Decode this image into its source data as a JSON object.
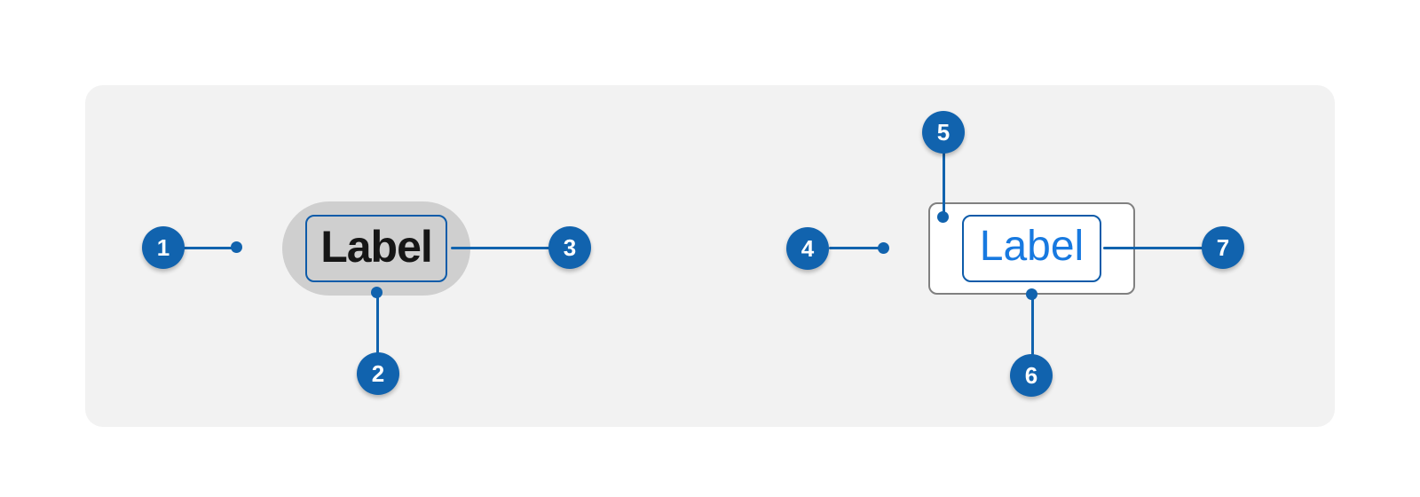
{
  "colors": {
    "page_bg": "#ffffff",
    "panel_bg": "#f2f2f2",
    "accent": "#1163ae",
    "focus_border": "#0d5ba9",
    "pill_fill": "#cfcfcf",
    "pill_text": "#161616",
    "box_border": "#808080",
    "box_fill": "#ffffff",
    "link_text": "#1779e0"
  },
  "left_button": {
    "label": "Label"
  },
  "right_button": {
    "label": "Label"
  },
  "callouts": [
    {
      "number": "1"
    },
    {
      "number": "2"
    },
    {
      "number": "3"
    },
    {
      "number": "4"
    },
    {
      "number": "5"
    },
    {
      "number": "6"
    },
    {
      "number": "7"
    }
  ]
}
